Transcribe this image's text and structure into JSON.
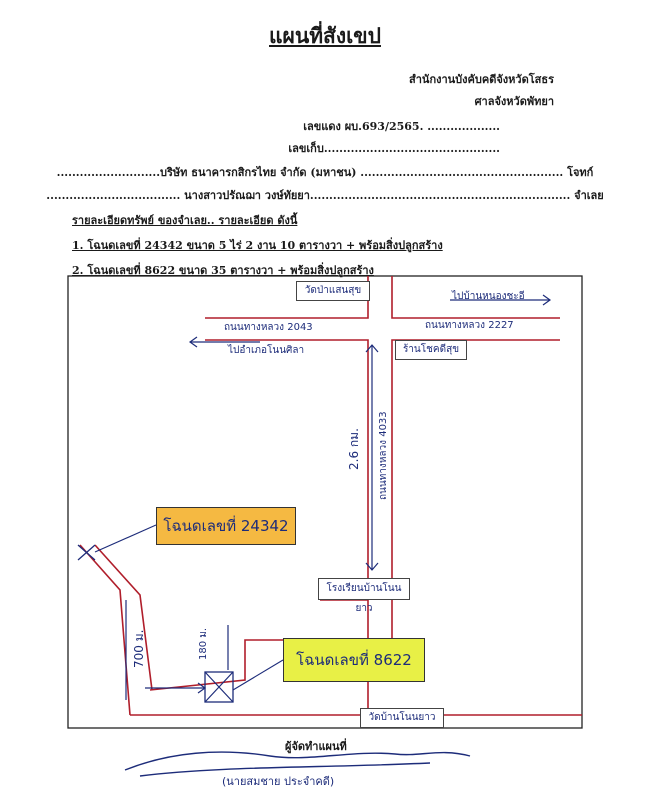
{
  "document": {
    "title": "แผนที่สังเขป",
    "office": "สำนักงานบังคับคดีจังหวัดโสธร",
    "court": "ศาลจังหวัดพัทยา",
    "case_black": "เลขแดง ผบ.693/2565. ...................",
    "case_no": "เลขเก็บ..............................................",
    "plaintiff_line": "...........................บริษัท ธนาคารกสิกรไทย จำกัด (มหาชน) ..................................................... โจทก์",
    "defendant_line": "................................... นางสาวปรัณฌา วงษ์ทัยยา.................................................................... จำเลย",
    "property_intro": "รายละเอียดทรัพย์ ของจำเลย.. รายละเอียด ดังนี้",
    "item1": "1. โฉนดเลขที่ 24342 ขนาด 5 ไร่ 2 งาน 10 ตารางวา + พร้อมสิ่งปลูกสร้าง",
    "item2": "2. โฉนดเลขที่ 8622 ขนาด 35 ตารางวา + พร้อมสิ่งปลูกสร้าง"
  },
  "map": {
    "top_box_left": "วัดป่าแสนสุข",
    "to_right": "ไปบ้านหนองชะอี",
    "road_left": "ถนนทางหลวง 2043",
    "road_right": "ถนนทางหลวง 2227",
    "to_left": "ไปอำเภอโนนศิลา",
    "shop": "ร้านโชคดีสุข",
    "distance_road": "2.6 กม.",
    "road_vertical": "ถนนทางหลวง 4033",
    "deed1": "โฉนดเลขที่ 24342",
    "deed2": "โฉนดเลขที่ 8622",
    "school": "โรงเรียนบ้านโนนยาว",
    "distance_left": "700 ม.",
    "distance_small": "180 ม.",
    "bottom_box": "วัดบ้านโนนยาว",
    "signer": "ผู้จัดทำแผนที่",
    "signer_name": "(นายสมชาย ประจำคดี)",
    "colors": {
      "road": "#b01e2b",
      "pen": "#1d2c7a",
      "highlight1": "#f5b942",
      "highlight2": "#e8f046"
    }
  }
}
